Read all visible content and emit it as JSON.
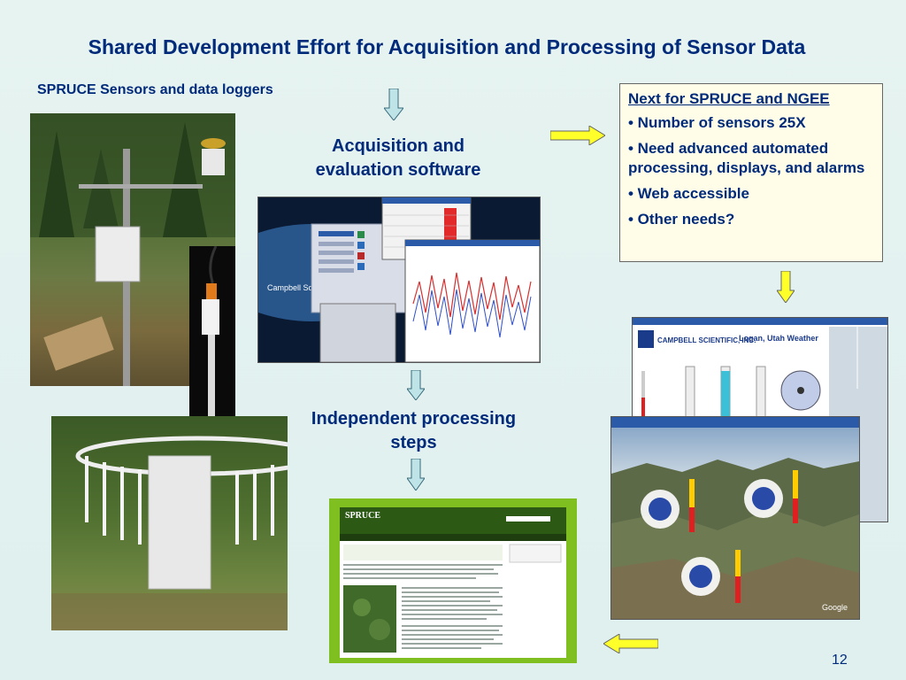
{
  "slide": {
    "title": "Shared Development Effort for Acquisition and Processing of Sensor Data",
    "sensors_label": "SPRUCE Sensors and data loggers",
    "acquisition_caption_line1": "Acquisition and",
    "acquisition_caption_line2": "evaluation software",
    "processing_caption_line1": "Independent processing",
    "processing_caption_line2": "steps",
    "page_number": "12"
  },
  "next_box": {
    "heading": "Next for SPRUCE and NGEE",
    "items": [
      "• Number of sensors 25X",
      "• Need advanced automated processing, displays, and alarms",
      "• Web accessible",
      "• Other needs?"
    ]
  },
  "screens": {
    "software_brand": "Campbell Scientific",
    "website_title": "SPRUCE",
    "weather_company": "CAMPBELL SCIENTIFIC, INC.",
    "weather_location": "Logan, Utah Weather",
    "map_brand": "Google"
  },
  "colors": {
    "title_text": "#002a7a",
    "arrow_blue": "#bfe4e8",
    "arrow_yellow": "#ffff2a",
    "website_frame": "#7fbf20"
  }
}
